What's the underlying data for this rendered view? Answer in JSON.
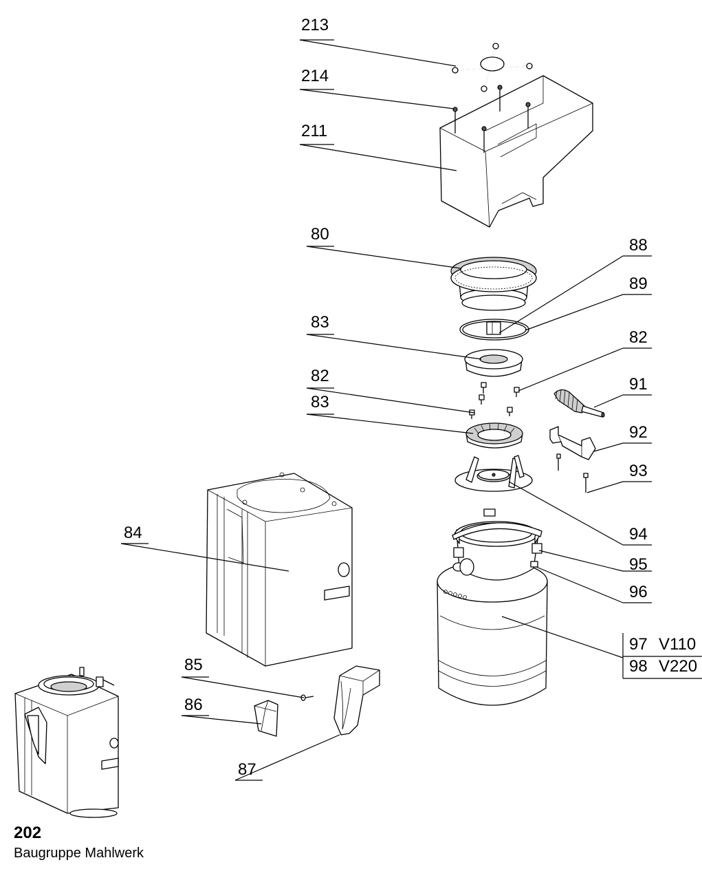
{
  "callouts": {
    "c213": "213",
    "c214": "214",
    "c211": "211",
    "c80": "80",
    "c88": "88",
    "c89": "89",
    "c83a": "83",
    "c82a": "82",
    "c82b": "82",
    "c91": "91",
    "c83b": "83",
    "c92": "92",
    "c93": "93",
    "c94": "94",
    "c84": "84",
    "c95": "95",
    "c96": "96",
    "c97": "97",
    "c97v": "V110",
    "c98": "98",
    "c98v": "V220",
    "c85": "85",
    "c86": "86",
    "c87": "87"
  },
  "caption": {
    "number": "202",
    "title": "Baugruppe Mahlwerk"
  }
}
